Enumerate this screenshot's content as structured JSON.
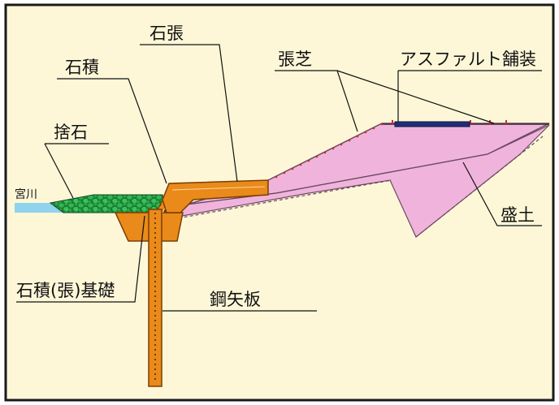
{
  "diagram": {
    "labels": {
      "ishibari": "石張",
      "ishizumi": "石積",
      "shibari": "張芝",
      "asphalt": "アスファルト舗装",
      "suteishi": "捨石",
      "miyagawa": "宮川",
      "moritsuchi": "盛土",
      "kiso": "石積(張)基礎",
      "kouyaita": "鋼矢板"
    },
    "colors": {
      "background": "#fdf7d8",
      "frame": "#1a1a1a",
      "embankment": "#f0b4dc",
      "embankment_edge": "#6b4a60",
      "stone": "#e98a1a",
      "stone_edge": "#7a3e00",
      "rubble": "#2aa84a",
      "river": "#8fd3ec",
      "asphalt": "#1f2f7a",
      "turf": "#d6282a"
    }
  }
}
